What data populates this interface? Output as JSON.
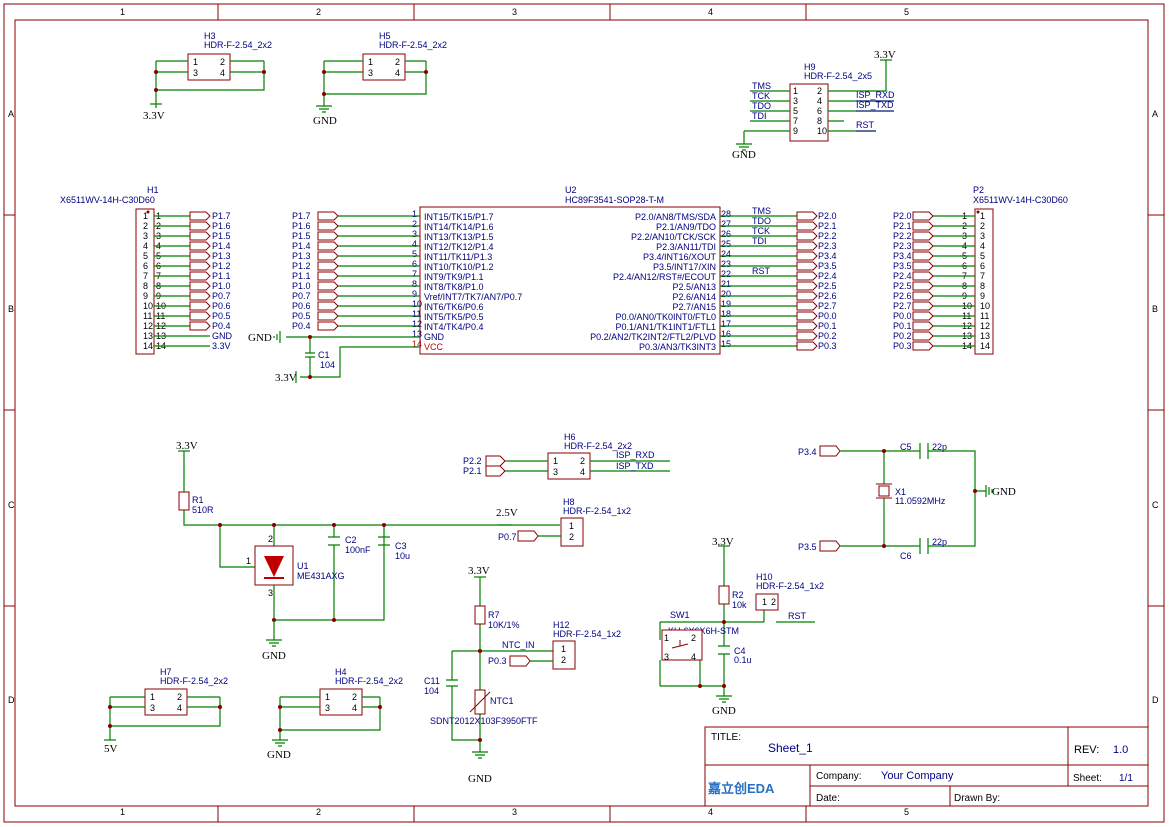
{
  "title_block": {
    "title_label": "TITLE:",
    "title": "Sheet_1",
    "rev_label": "REV:",
    "rev": "1.0",
    "company_label": "Company:",
    "company": "Your Company",
    "sheet_label": "Sheet:",
    "sheet": "1/1",
    "date_label": "Date:",
    "drawn_label": "Drawn By:",
    "logo_text": "嘉立创EDA"
  },
  "frame": {
    "cols": [
      "1",
      "2",
      "3",
      "4",
      "5"
    ],
    "rows": [
      "A",
      "B",
      "C",
      "D"
    ]
  },
  "power": {
    "v33": "3.3V",
    "gnd": "GND",
    "v5": "5V",
    "v25": "2.5V"
  },
  "u2": {
    "designator": "U2",
    "part": "HC89F3541-SOP28-T-M",
    "left_pins": [
      {
        "num": "1",
        "name": "INT15/TK15/P1.7",
        "net": "P1.7"
      },
      {
        "num": "2",
        "name": "INT14/TK14/P1.6",
        "net": "P1.6"
      },
      {
        "num": "3",
        "name": "INT13/TK13/P1.5",
        "net": "P1.5"
      },
      {
        "num": "4",
        "name": "INT12/TK12/P1.4",
        "net": "P1.4"
      },
      {
        "num": "5",
        "name": "INT11/TK11/P1.3",
        "net": "P1.3"
      },
      {
        "num": "6",
        "name": "INT10/TK10/P1.2",
        "net": "P1.2"
      },
      {
        "num": "7",
        "name": "INT9/TK9/P1.1",
        "net": "P1.1"
      },
      {
        "num": "8",
        "name": "INT8/TK8/P1.0",
        "net": "P1.0"
      },
      {
        "num": "9",
        "name": "Vref/INT7/TK7/AN7/P0.7",
        "net": "P0.7"
      },
      {
        "num": "10",
        "name": "INT6/TK6/P0.6",
        "net": "P0.6"
      },
      {
        "num": "11",
        "name": "INT5/TK5/P0.5",
        "net": "P0.5"
      },
      {
        "num": "12",
        "name": "INT4/TK4/P0.4",
        "net": "P0.4"
      },
      {
        "num": "13",
        "name": "GND",
        "net": ""
      },
      {
        "num": "14",
        "name": "VCC",
        "net": ""
      }
    ],
    "right_pins": [
      {
        "num": "28",
        "name": "P2.0/AN8/TMS/SDA",
        "net": "P2.0",
        "tag": "TMS"
      },
      {
        "num": "27",
        "name": "P2.1/AN9/TDO",
        "net": "P2.1",
        "tag": "TDO"
      },
      {
        "num": "26",
        "name": "P2.2/AN10/TCK/SCK",
        "net": "P2.2",
        "tag": "TCK"
      },
      {
        "num": "25",
        "name": "P2.3/AN11/TDI",
        "net": "P2.3",
        "tag": "TDI"
      },
      {
        "num": "24",
        "name": "P3.4/INT16/XOUT",
        "net": "P3.4",
        "tag": ""
      },
      {
        "num": "23",
        "name": "P3.5/INT17/XIN",
        "net": "P3.5",
        "tag": ""
      },
      {
        "num": "22",
        "name": "P2.4/AN12/RST#/ECOUT",
        "net": "P2.4",
        "tag": "RST"
      },
      {
        "num": "21",
        "name": "P2.5/AN13",
        "net": "P2.5",
        "tag": ""
      },
      {
        "num": "20",
        "name": "P2.6/AN14",
        "net": "P2.6",
        "tag": ""
      },
      {
        "num": "19",
        "name": "P2.7/AN15",
        "net": "P2.7",
        "tag": ""
      },
      {
        "num": "18",
        "name": "P0.0/AN0/TK0INT0/FTL0",
        "net": "P0.0",
        "tag": ""
      },
      {
        "num": "17",
        "name": "P0.1/AN1/TK1INT1/FTL1",
        "net": "P0.1",
        "tag": ""
      },
      {
        "num": "16",
        "name": "P0.2/AN2/TK2INT2/FTL2/PLVD",
        "net": "P0.2",
        "tag": ""
      },
      {
        "num": "15",
        "name": "P0.3/AN3/TK3INT3",
        "net": "P0.3",
        "tag": ""
      }
    ]
  },
  "h1": {
    "designator": "H1",
    "part": "X6511WV-14H-C30D60",
    "nets": [
      "P1.7",
      "P1.6",
      "P1.5",
      "P1.4",
      "P1.3",
      "P1.2",
      "P1.1",
      "P1.0",
      "P0.7",
      "P0.6",
      "P0.5",
      "P0.4",
      "GND",
      "3.3V"
    ],
    "nums": [
      "1",
      "2",
      "3",
      "4",
      "5",
      "6",
      "7",
      "8",
      "9",
      "10",
      "11",
      "12",
      "13",
      "14"
    ]
  },
  "p2": {
    "designator": "P2",
    "part": "X6511WV-14H-C30D60",
    "nets": [
      "P2.0",
      "P2.1",
      "P2.2",
      "P2.3",
      "P3.4",
      "P3.5",
      "P2.4",
      "P2.5",
      "P2.6",
      "P2.7",
      "P0.0",
      "P0.1",
      "P0.2",
      "P0.3"
    ],
    "nums": [
      "1",
      "2",
      "3",
      "4",
      "5",
      "6",
      "7",
      "8",
      "9",
      "10",
      "11",
      "12",
      "13",
      "14"
    ]
  },
  "headers": {
    "h3": {
      "designator": "H3",
      "part": "HDR-F-2.54_2x2"
    },
    "h5": {
      "designator": "H5",
      "part": "HDR-F-2.54_2x2"
    },
    "h9": {
      "designator": "H9",
      "part": "HDR-F-2.54_2x5",
      "left_tags": [
        "TMS",
        "TCK",
        "TDO",
        "TDI"
      ],
      "right_tags": [
        "ISP_RXD",
        "ISP_TXD",
        "RST"
      ]
    },
    "h6": {
      "designator": "H6",
      "part": "HDR-F-2.54_2x2",
      "nets": [
        "P2.2",
        "P2.1"
      ],
      "tags": [
        "ISP_RXD",
        "ISP_TXD"
      ]
    },
    "h8": {
      "designator": "H8",
      "part": "HDR-F-2.54_1x2",
      "net": "P0.7"
    },
    "h12": {
      "designator": "H12",
      "part": "HDR-F-2.54_1x2",
      "net": "P0.3",
      "tag": "NTC_IN"
    },
    "h10": {
      "designator": "H10",
      "part": "HDR-F-2.54_1x2",
      "tag": "RST"
    },
    "h7": {
      "designator": "H7",
      "part": "HDR-F-2.54_2x2"
    },
    "h4": {
      "designator": "H4",
      "part": "HDR-F-2.54_2x2"
    }
  },
  "passives": {
    "c1": {
      "designator": "C1",
      "value": "104"
    },
    "r1": {
      "designator": "R1",
      "value": "510R"
    },
    "c2": {
      "designator": "C2",
      "value": "100nF"
    },
    "c3": {
      "designator": "C3",
      "value": "10u"
    },
    "u1": {
      "designator": "U1",
      "value": "ME431AXG"
    },
    "r7": {
      "designator": "R7",
      "value": "10K/1%"
    },
    "c11": {
      "designator": "C11",
      "value": "104"
    },
    "ntc1": {
      "designator": "NTC1",
      "value": "SDNT2012X103F3950FTF"
    },
    "r2": {
      "designator": "R2",
      "value": "10k"
    },
    "c4": {
      "designator": "C4",
      "value": "0.1u"
    },
    "sw1": {
      "designator": "SW1",
      "value": "KH-6X6X6H-STM"
    },
    "c5": {
      "designator": "C5",
      "value": "22p"
    },
    "c6": {
      "designator": "C6",
      "value": "22p"
    },
    "x1": {
      "designator": "X1",
      "value": "11.0592MHz"
    }
  },
  "misc": {
    "p34": "P3.4",
    "p35": "P3.5",
    "pin1": "1",
    "pin2": "2",
    "pin3": "3",
    "pin4": "4",
    "pin5": "5",
    "pin6": "6",
    "pin7": "7",
    "pin8": "8",
    "pin9": "9",
    "pin10": "10"
  }
}
